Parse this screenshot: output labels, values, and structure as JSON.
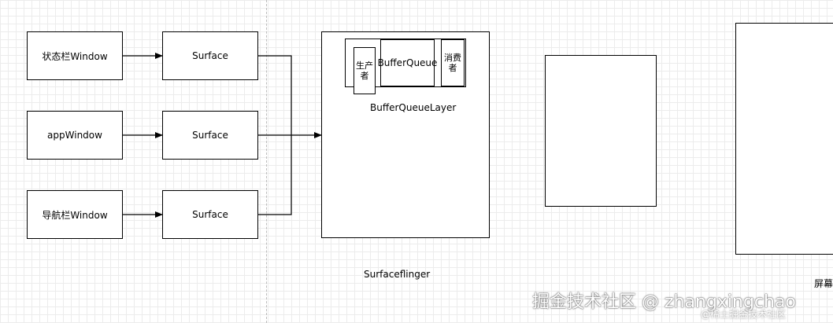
{
  "windows": [
    {
      "label": "状态栏Window"
    },
    {
      "label": "appWindow"
    },
    {
      "label": "导航栏Window"
    }
  ],
  "surfaces": [
    {
      "label": "Surface"
    },
    {
      "label": "Surface"
    },
    {
      "label": "Surface"
    }
  ],
  "layer": {
    "producer": "生产者",
    "queue": "BufferQueue",
    "consumer": "消费者",
    "name": "BufferQueueLayer"
  },
  "surfaceflinger_label": "Surfaceflinger",
  "screen_label": "屏幕",
  "watermark": {
    "main": "掘金技术社区 @ zhangxingchao",
    "sub": "@稀土掘金技术社区"
  },
  "colors": {
    "stroke": "#000000",
    "grid": "#ececec",
    "background": "#ffffff"
  }
}
